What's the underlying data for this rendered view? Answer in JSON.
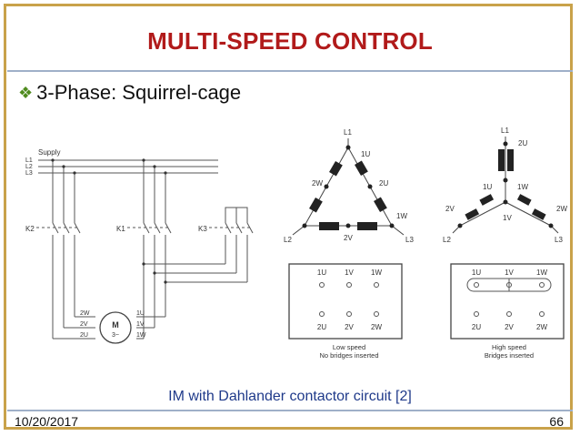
{
  "slide": {
    "title": "MULTI-SPEED CONTROL",
    "bullet": "3-Phase: Squirrel-cage",
    "caption": "IM with Dahlander contactor circuit [2]",
    "date": "10/20/2017",
    "page_number": "66"
  },
  "circuit": {
    "supply_label": "Supply",
    "lines": [
      "L1",
      "L2",
      "L3"
    ],
    "contactors": [
      "K2",
      "K1",
      "K3"
    ],
    "motor_label": "M",
    "motor_sub": "3~",
    "left_terminals": [
      "2W",
      "2V",
      "2U"
    ],
    "right_terminals": [
      "1U",
      "1V",
      "1W"
    ]
  },
  "delta": {
    "top": "L1",
    "left": "L2",
    "right": "L3",
    "coils": [
      "1U",
      "2W",
      "2U",
      "1W",
      "2V"
    ]
  },
  "star": {
    "top": "L1",
    "left": "L2",
    "right": "L3",
    "coils": [
      "2U",
      "1U",
      "1W",
      "2V",
      "2W",
      "1V"
    ]
  },
  "low_speed_box": {
    "top_row": [
      "1U",
      "1V",
      "1W"
    ],
    "bottom_row": [
      "2U",
      "2V",
      "2W"
    ],
    "caption_1": "Low speed",
    "caption_2": "No bridges inserted"
  },
  "high_speed_box": {
    "top_row": [
      "1U",
      "1V",
      "1W"
    ],
    "bottom_row": [
      "2U",
      "2V",
      "2W"
    ],
    "caption_1": "High speed",
    "caption_2": "Bridges inserted"
  },
  "colors": {
    "title": "#b11a1a",
    "frame": "#c9a24a",
    "caption": "#1f3a8a",
    "bullet_icon": "#4f8b1e"
  }
}
